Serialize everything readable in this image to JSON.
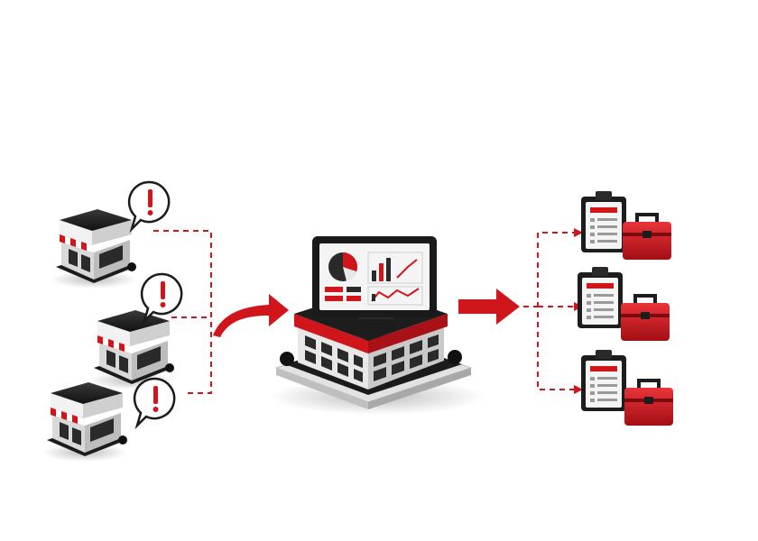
{
  "diagram": {
    "stores": [
      {
        "id": "store-1",
        "alert": "!"
      },
      {
        "id": "store-2",
        "alert": "!"
      },
      {
        "id": "store-3",
        "alert": "!"
      }
    ],
    "hub": {
      "id": "headquarters-dashboard"
    },
    "outputs": [
      {
        "id": "work-order-1"
      },
      {
        "id": "work-order-2"
      },
      {
        "id": "work-order-3"
      }
    ],
    "colors": {
      "accent": "#d0161b",
      "dark": "#1b1b1b",
      "building": "#e9e9e9",
      "window": "#2a2a2a",
      "dashed": "#d0161b"
    }
  }
}
